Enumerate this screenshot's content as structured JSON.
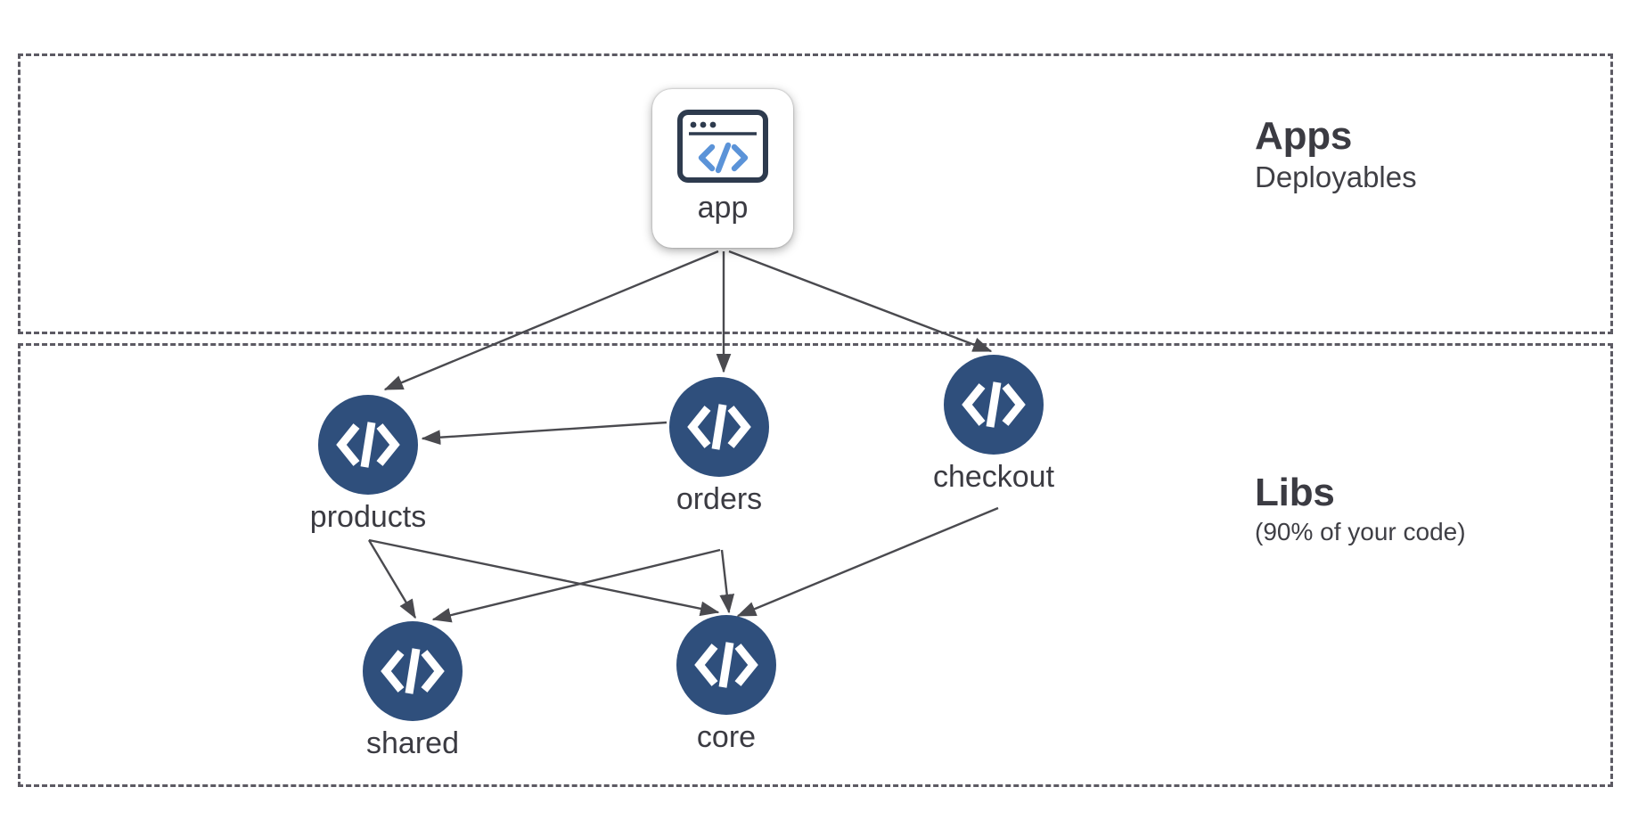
{
  "regions": [
    {
      "key": "apps",
      "title": "Apps",
      "subtitle": "Deployables"
    },
    {
      "key": "libs",
      "title": "Libs",
      "subtitle": "(90% of your code)"
    }
  ],
  "nodes": {
    "app": {
      "label": "app",
      "icon": "browser-code-icon",
      "type": "app",
      "color": "#ffffff"
    },
    "products": {
      "label": "products",
      "icon": "code-brackets-icon",
      "type": "lib",
      "color": "#2f4f7c"
    },
    "orders": {
      "label": "orders",
      "icon": "code-brackets-icon",
      "type": "lib",
      "color": "#2f4f7c"
    },
    "checkout": {
      "label": "checkout",
      "icon": "code-brackets-icon",
      "type": "lib",
      "color": "#2f4f7c"
    },
    "shared": {
      "label": "shared",
      "icon": "code-brackets-icon",
      "type": "lib",
      "color": "#2f4f7c"
    },
    "core": {
      "label": "core",
      "icon": "code-brackets-icon",
      "type": "lib",
      "color": "#2f4f7c"
    }
  },
  "edges": [
    {
      "from": "app",
      "to": "products"
    },
    {
      "from": "app",
      "to": "orders"
    },
    {
      "from": "app",
      "to": "checkout"
    },
    {
      "from": "orders",
      "to": "products"
    },
    {
      "from": "products",
      "to": "shared"
    },
    {
      "from": "products",
      "to": "core"
    },
    {
      "from": "orders",
      "to": "shared"
    },
    {
      "from": "orders",
      "to": "core"
    },
    {
      "from": "checkout",
      "to": "core"
    }
  ],
  "colors": {
    "lib_node": "#2f4f7c",
    "edge": "#4a4a4f",
    "region_border": "#5c5a63",
    "text": "#3b3b42",
    "app_icon_outline": "#2e3b4e",
    "app_icon_accent": "#5b93d8",
    "background": "#ffffff"
  }
}
